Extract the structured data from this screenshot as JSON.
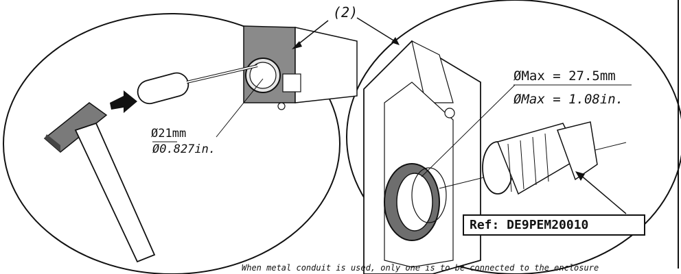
{
  "callout": "(2)",
  "left_dims": {
    "mm": "Ø21mm",
    "in": "Ø0.827in."
  },
  "right_dims": {
    "mm": "ØMax = 27.5mm",
    "in": "ØMax = 1.08in."
  },
  "ref": "Ref: DE9PEM20010",
  "note": "When metal conduit is used, only one is to be connected to the enclosure"
}
